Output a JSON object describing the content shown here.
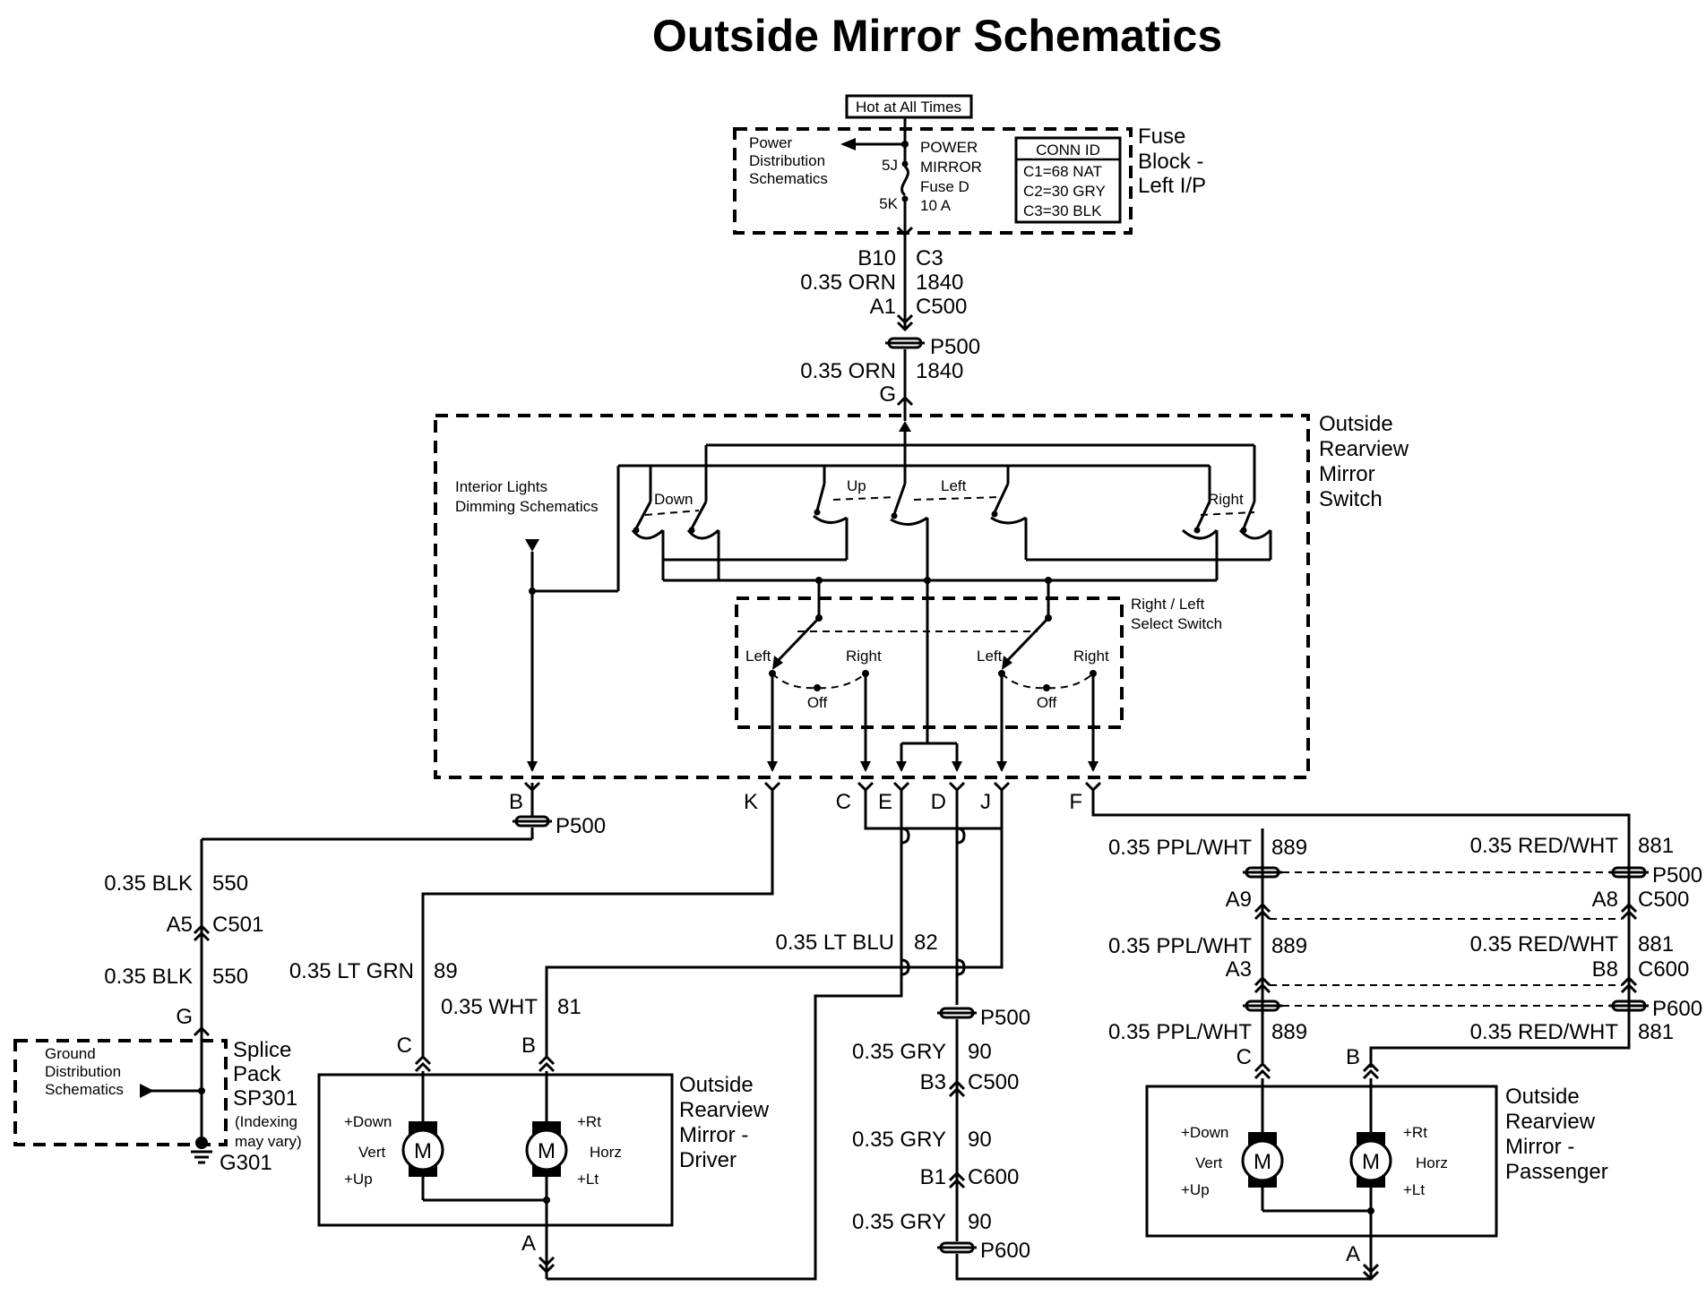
{
  "title": "Outside Mirror Schematics",
  "fuse_block": {
    "hot_label": "Hot at All Times",
    "power_dist": [
      "Power",
      "Distribution",
      "Schematics"
    ],
    "fuse_label": [
      "POWER",
      "MIRROR",
      "Fuse D",
      "10 A"
    ],
    "term_top": "5J",
    "term_bot": "5K",
    "conn_id_title": "CONN ID",
    "conn_ids": [
      "C1=68 NAT",
      "C2=30 GRY",
      "C3=30 BLK"
    ],
    "name": [
      "Fuse",
      "Block -",
      "Left I/P"
    ]
  },
  "feed": {
    "b10": "B10",
    "c3": "C3",
    "wire1": "0.35 ORN",
    "circuit1": "1840",
    "a1": "A1",
    "c500": "C500",
    "p500": "P500",
    "wire2": "0.35 ORN",
    "circuit2": "1840",
    "g": "G"
  },
  "switch": {
    "name": [
      "Outside",
      "Rearview",
      "Mirror",
      "Switch"
    ],
    "interior": [
      "Interior Lights",
      "Dimming Schematics"
    ],
    "down": "Down",
    "up": "Up",
    "left": "Left",
    "right": "Right",
    "select_name": [
      "Right / Left",
      "Select Switch"
    ],
    "sel_left": "Left",
    "sel_right": "Right",
    "sel_off": "Off",
    "sel_left2": "Left",
    "sel_right2": "Right",
    "sel_off2": "Off",
    "pins": [
      "B",
      "K",
      "C",
      "E",
      "D",
      "J",
      "F"
    ]
  },
  "ground": {
    "p500": "P500",
    "wire1": "0.35 BLK",
    "circuit1": "550",
    "a5": "A5",
    "c501": "C501",
    "wire2": "0.35 BLK",
    "circuit2": "550",
    "g": "G",
    "gd": [
      "Ground",
      "Distribution",
      "Schematics"
    ],
    "splice": [
      "Splice",
      "Pack",
      "SP301"
    ],
    "indexing": [
      "(Indexing",
      "may vary)"
    ],
    "g301": "G301"
  },
  "driver": {
    "ltgrn": "0.35 LT GRN",
    "ltgrn_c": "89",
    "wht": "0.35 WHT",
    "wht_c": "81",
    "ltblu": "0.35 LT BLU",
    "ltblu_c": "82",
    "pin_c": "C",
    "pin_b": "B",
    "pin_a": "A",
    "name": [
      "Outside",
      "Rearview",
      "Mirror -",
      "Driver"
    ],
    "down": "+Down",
    "vert": "Vert",
    "up": "+Up",
    "rt": "+Rt",
    "horz": "Horz",
    "lt": "+Lt",
    "motor": "M"
  },
  "center": {
    "p500": "P500",
    "gry1": "0.35 GRY",
    "c1": "90",
    "b3": "B3",
    "c500": "C500",
    "gry2": "0.35 GRY",
    "c2": "90",
    "b1": "B1",
    "c600": "C600",
    "gry3": "0.35 GRY",
    "c3": "90",
    "p600": "P600"
  },
  "passenger": {
    "ppl1": "0.35 PPL/WHT",
    "ppl1_c": "889",
    "red1": "0.35 RED/WHT",
    "red1_c": "881",
    "p500": "P500",
    "a9": "A9",
    "a8": "A8",
    "c500": "C500",
    "ppl2": "0.35 PPL/WHT",
    "ppl2_c": "889",
    "red2": "0.35 RED/WHT",
    "red2_c": "881",
    "a3": "A3",
    "b8": "B8",
    "c600": "C600",
    "p600": "P600",
    "ppl3": "0.35 PPL/WHT",
    "ppl3_c": "889",
    "red3": "0.35 RED/WHT",
    "red3_c": "881",
    "pin_c": "C",
    "pin_b": "B",
    "pin_a": "A",
    "name": [
      "Outside",
      "Rearview",
      "Mirror -",
      "Passenger"
    ],
    "down": "+Down",
    "vert": "Vert",
    "up": "+Up",
    "rt": "+Rt",
    "horz": "Horz",
    "lt": "+Lt",
    "motor": "M"
  }
}
